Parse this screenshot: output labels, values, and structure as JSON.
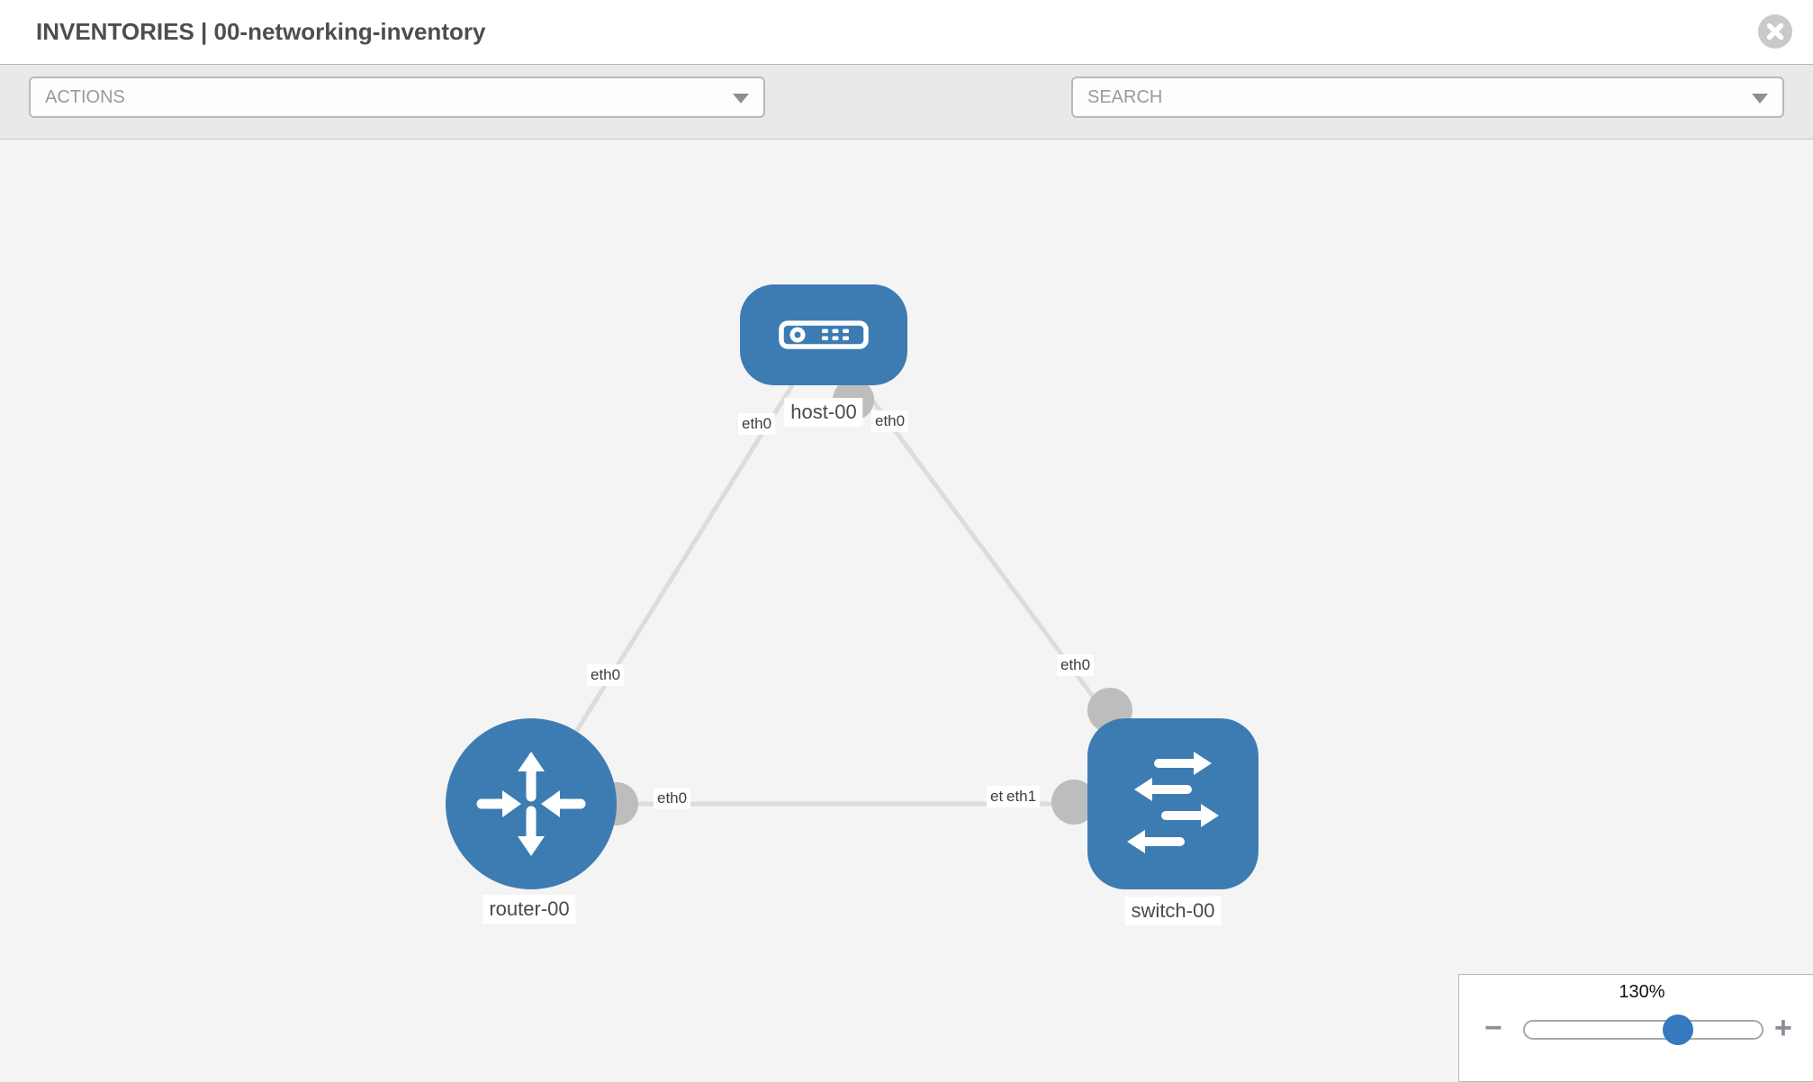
{
  "header": {
    "title": "INVENTORIES | 00-networking-inventory"
  },
  "toolbar": {
    "actions_dropdown": {
      "value": "ACTIONS"
    },
    "search_dropdown": {
      "placeholder": "SEARCH"
    },
    "tools": [
      {
        "icon": "wrench-icon"
      },
      {
        "icon": "key-icon"
      }
    ]
  },
  "topology": {
    "nodes": [
      {
        "label": "host-00",
        "type": "host",
        "icon": "host-icon"
      },
      {
        "label": "router-00",
        "type": "router",
        "icon": "router-icon"
      },
      {
        "label": "switch-00",
        "type": "switch",
        "icon": "switch-icon"
      }
    ],
    "links": [
      {
        "from": "host-00",
        "to": "router-00",
        "from_interface": "eth0",
        "to_interface": "eth0"
      },
      {
        "from": "host-00",
        "to": "switch-00",
        "from_interface": "eth0",
        "to_interface": "eth0"
      },
      {
        "from": "router-00",
        "to": "switch-00",
        "from_interface": "eth0",
        "to_interface": "eth1"
      }
    ],
    "interface_labels": {
      "host_to_router_near_host": "eth0",
      "host_to_router_near_router": "eth0",
      "host_to_switch_near_host": "eth0",
      "host_to_switch_near_switch": "eth0",
      "router_to_switch_near_router": "eth0",
      "router_to_switch_near_switch_back": "eth0",
      "router_to_switch_near_switch_front": "eth1"
    }
  },
  "zoom_control": {
    "level": "130%",
    "percent": 130,
    "minus_label": "−",
    "plus_label": "+"
  },
  "colors": {
    "node_blue": "#3d7cb2",
    "slider_blue": "#3579be",
    "link_gray": "#dcdcdc",
    "connector_gray": "#bdbdbd",
    "toolbar_bg": "#e9e9e9",
    "canvas_bg": "#f4f4f4"
  }
}
